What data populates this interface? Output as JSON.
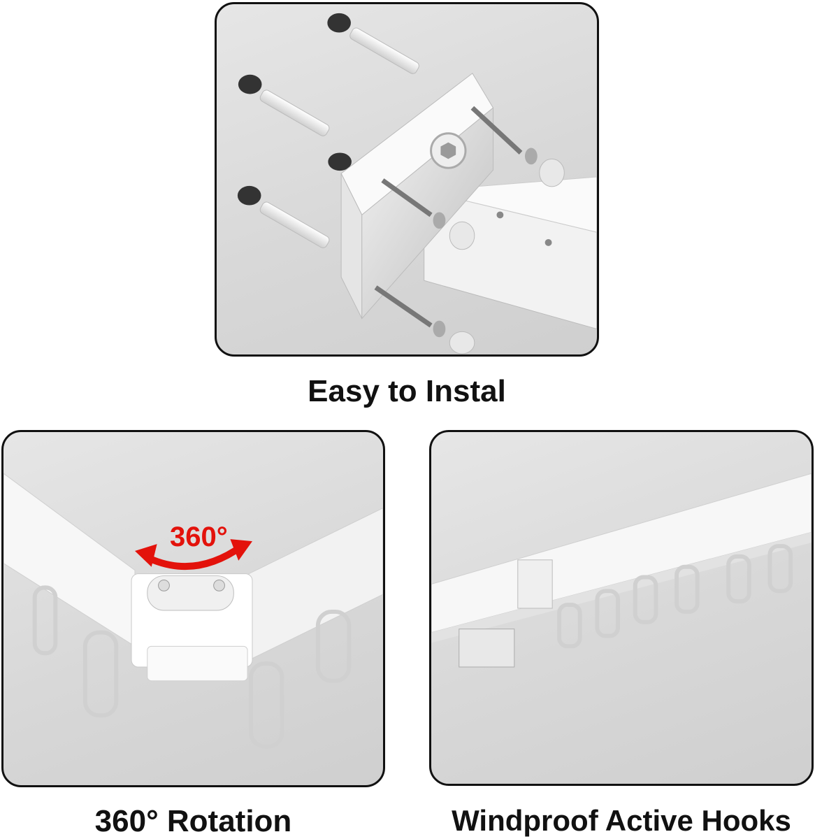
{
  "panels": [
    {
      "id": "install",
      "caption": "Easy to Instal"
    },
    {
      "id": "rotation",
      "caption": "360° Rotation",
      "badge": "360°"
    },
    {
      "id": "hooks",
      "caption": "Windproof Active Hooks"
    }
  ],
  "colors": {
    "border": "#111111",
    "panel_bg": "#d9d9d9",
    "accent_red": "#e3120b",
    "text": "#111111"
  }
}
